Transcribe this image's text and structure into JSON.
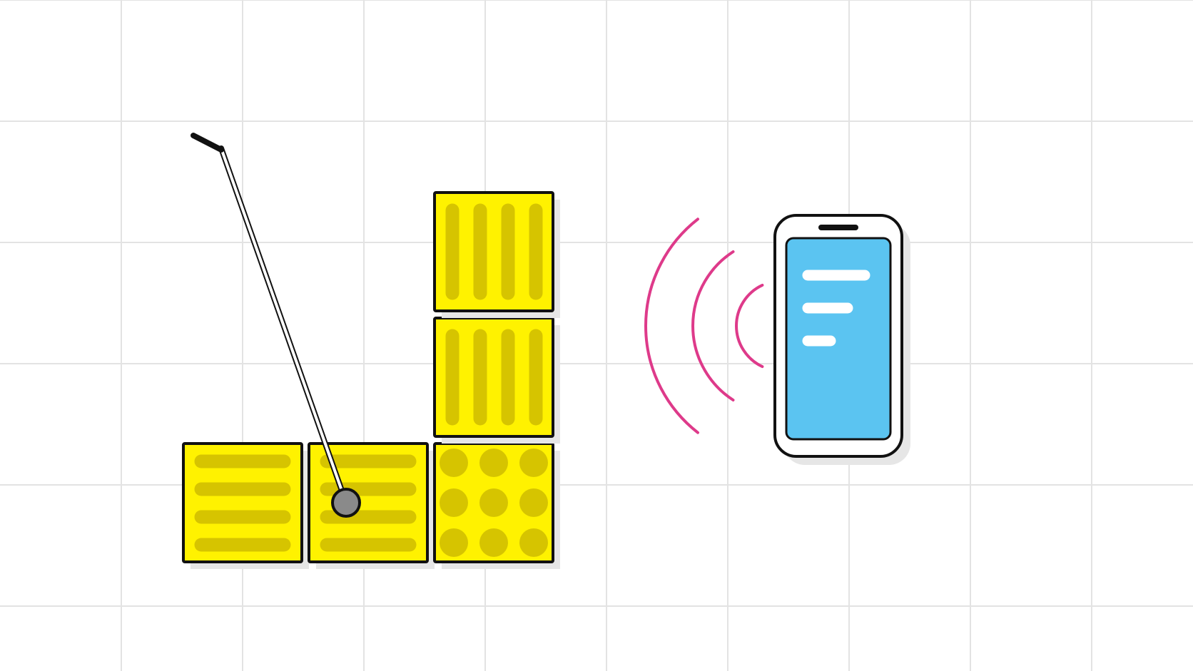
{
  "colors": {
    "background": "#ffffff",
    "grid_line": "#e3e3e3",
    "tile_fill": "#fff200",
    "tile_bump": "#d6c400",
    "tile_outline": "#111111",
    "tile_shadow": "#e6e6e6",
    "signal_waves": "#de3a8a",
    "phone_body": "#ffffff",
    "phone_outline": "#111111",
    "phone_screen": "#5bc4f1",
    "phone_text_lines": "#ffffff",
    "cane_shaft": "#ffffff",
    "cane_handle": "#111111",
    "cane_tip": "#8a8a8a"
  },
  "illustration": {
    "cane": {
      "icon": "white-cane-icon"
    },
    "tactile_tiles": [
      {
        "pattern": "bars-horizontal",
        "icon": "tactile-guidance-tile-icon"
      },
      {
        "pattern": "bars-horizontal",
        "icon": "tactile-guidance-tile-icon"
      },
      {
        "pattern": "dots",
        "icon": "tactile-warning-tile-icon"
      },
      {
        "pattern": "bars-vertical",
        "icon": "tactile-guidance-tile-icon"
      },
      {
        "pattern": "bars-vertical",
        "icon": "tactile-guidance-tile-icon"
      }
    ],
    "signal": {
      "wave_count": 3,
      "icon": "wireless-signal-icon"
    },
    "phone": {
      "text_line_count": 3,
      "icon": "smartphone-icon"
    }
  }
}
